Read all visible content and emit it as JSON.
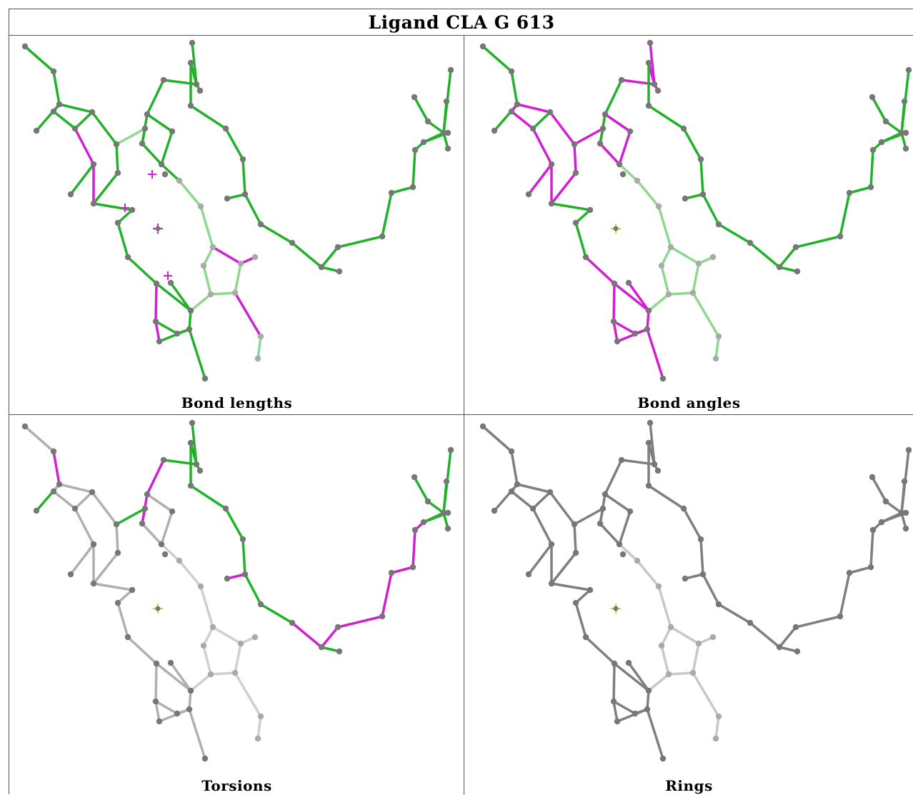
{
  "title": "Ligand CLA G 613",
  "colors": {
    "good": "#22b22a",
    "bad": "#d21fd2",
    "neutral": "#b0b0b0",
    "neutral_dark": "#7f7f7f",
    "atom": "#777777",
    "metal": "#a6f02c"
  },
  "panels": [
    {
      "caption": "Bond lengths"
    },
    {
      "caption": "Bond angles"
    },
    {
      "caption": "Torsions"
    },
    {
      "caption": "Rings"
    }
  ]
}
